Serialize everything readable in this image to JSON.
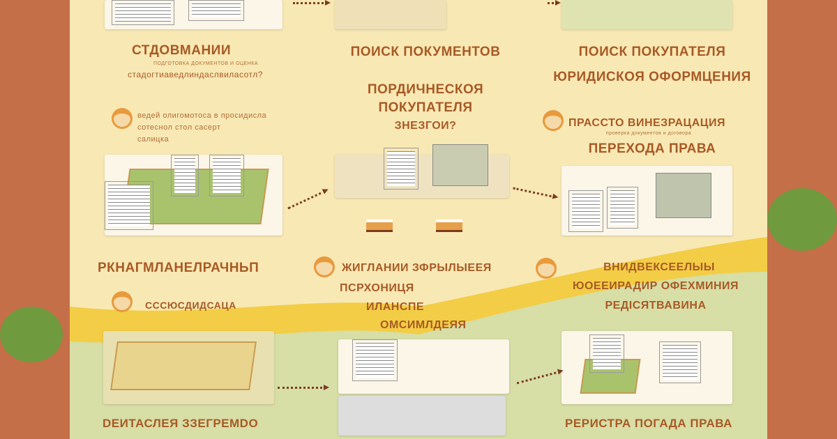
{
  "top_row": {
    "left_title": "СТДОВМАНИИ",
    "left_sub": "стадогтиаведлиндаслвиласотл?",
    "left_fine": "ПОДГОТОВКА ДОКУМЕНТОВ И ОЦЕНКА",
    "center_title": "ПОИСК ПОКУМЕНТОВ",
    "right_title": "ПОИСК ПОКУПАТЕЛЯ",
    "right_sub": "ЮРИДИСКОЯ ОФОРМЦЕНИЯ"
  },
  "mid_row": {
    "left_lines": [
      "ведей олигомотоса в просидисла",
      "сотеснол стол сасерт",
      "салицка"
    ],
    "center_lines": [
      "ПОРДИЧНЕСКОЯ",
      "ПОКУПАТЕЛЯ",
      "ЗНЕЗГОИ?"
    ],
    "right_title": "ПРАССТО ВИНЕЗРАЦАЦИЯ",
    "right_fine": "проверка документов и договора",
    "right_sub": "ПЕРЕХОДА ПРАВА"
  },
  "lower_row": {
    "left_title": "РКНАГМЛАНЕЛРАЧНЬП",
    "left_sub": "СССЮСДИДСАЦА",
    "center_lines": [
      "ЖИГЛАНИИ ЗФРЫЛЫЕЕЯ",
      "ПСРХОНИЦЯ",
      "ИЛАНСПЕ",
      "ОМСИМЛДЕЯЯ"
    ],
    "right_lines": [
      "ВНИДВЕКСЕЕЛЫЫ",
      "ЮОЕЕИРАДИР ОФЕХМИНИЯ",
      "РЕДІСЯТВАВИНА"
    ]
  },
  "bottom_row": {
    "left_label": "DЕИТАСЛЕЯ ЗЗЕГРЕМDО",
    "right_label": "РЕРИСТРА ПОГАДА ПРАВА"
  },
  "colors": {
    "terracotta": "#c56f48",
    "cream": "#f8e8b4",
    "text": "#a85a25",
    "yellow": "#f3cd45",
    "green": "#d7dea6"
  }
}
